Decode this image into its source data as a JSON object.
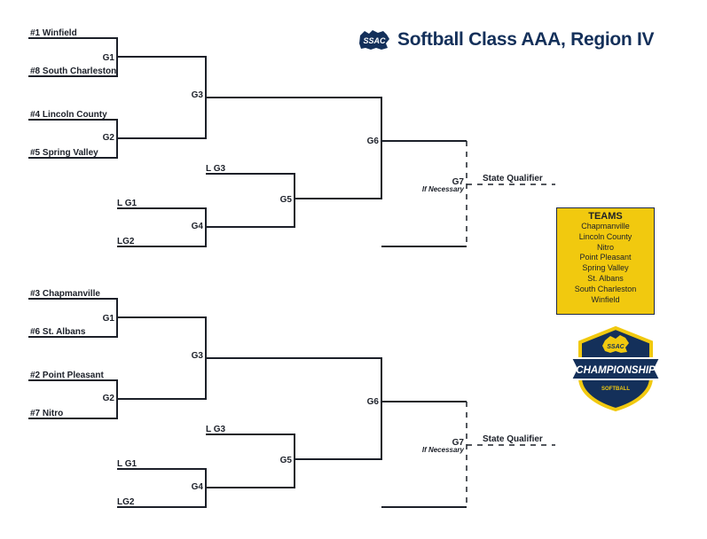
{
  "title": "Softball Class AAA, Region IV",
  "logo_text": "SSAC",
  "colors": {
    "navy": "#14305a",
    "gold": "#f1c90f",
    "line": "#1c2029"
  },
  "top": {
    "teams": [
      "#1 Winfield",
      "#8 South Charleston",
      "#4 Lincoln County",
      "#5 Spring Valley"
    ],
    "losers": [
      "L G3",
      "L G1",
      "LG2"
    ],
    "games": [
      "G1",
      "G2",
      "G3",
      "G4",
      "G5",
      "G6",
      "G7"
    ],
    "if_necessary": "If Necessary",
    "qualifier": "State Qualifier"
  },
  "bottom": {
    "teams": [
      "#3 Chapmanville",
      "#6 St. Albans",
      "#2 Point Pleasant",
      "#7 Nitro"
    ],
    "losers": [
      "L G3",
      "L G1",
      "LG2"
    ],
    "games": [
      "G1",
      "G2",
      "G3",
      "G4",
      "G5",
      "G6",
      "G7"
    ],
    "if_necessary": "If Necessary",
    "qualifier": "State Qualifier"
  },
  "teams_box": {
    "heading": "TEAMS",
    "items": [
      "Chapmanville",
      "Lincoln County",
      "Nitro",
      "Point Pleasant",
      "Spring Valley",
      "St. Albans",
      "South Charleston",
      "Winfield"
    ]
  },
  "badge": {
    "brand": "SSAC",
    "title": "CHAMPIONSHIP",
    "sport": "SOFTBALL"
  }
}
